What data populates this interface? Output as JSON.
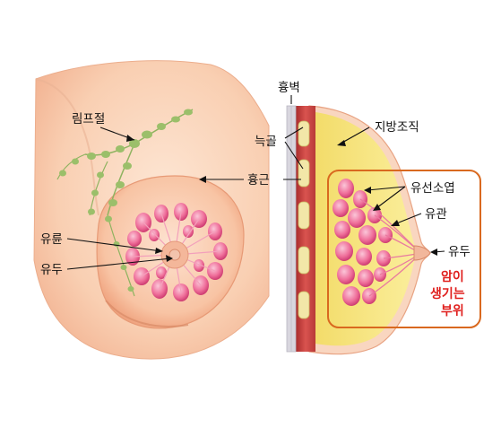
{
  "labels": {
    "lymph_node": "림프절",
    "areola": "유륜",
    "nipple_left": "유두",
    "chest_wall": "흉벽",
    "rib": "늑골",
    "pectoral_muscle": "흉근",
    "fat_tissue": "지방조직",
    "lobule": "유선소엽",
    "duct": "유관",
    "nipple_right": "유두",
    "cancer_site_line1": "암이",
    "cancer_site_line2": "생기는",
    "cancer_site_line3": "부위"
  },
  "colors": {
    "skin": "#f7c7a6",
    "skin_dark": "#e8a07a",
    "gland": "#e9578a",
    "gland_light": "#f5a9c3",
    "muscle": "#c9423f",
    "fat": "#f6e58d",
    "highlight_box": "#d9691f",
    "cancer_text": "#e0201e",
    "lymph": "#9bbf6a"
  }
}
